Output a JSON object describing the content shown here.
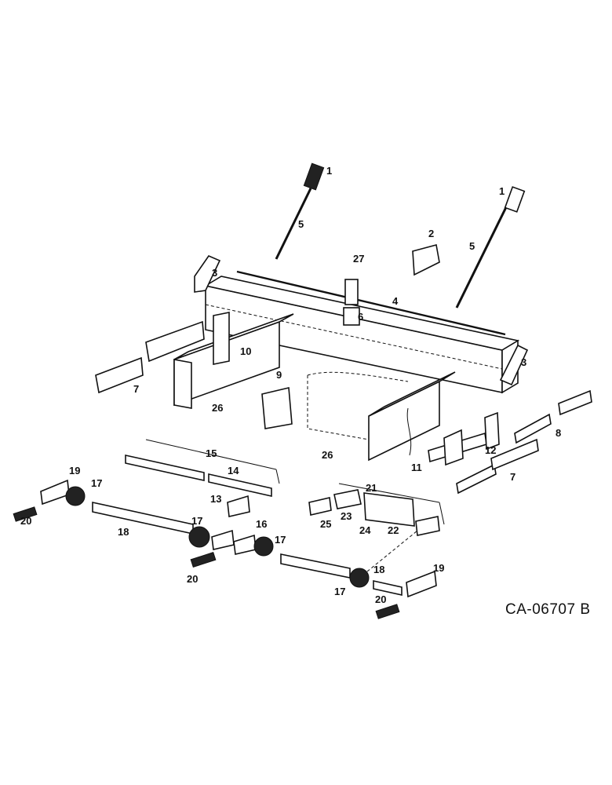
{
  "drawing_code": "CA-06707 B",
  "callouts": [
    "1",
    "1",
    "5",
    "5",
    "2",
    "27",
    "3",
    "3",
    "4",
    "6",
    "10",
    "7",
    "9",
    "26",
    "26",
    "11",
    "12",
    "8",
    "7",
    "15",
    "14",
    "19",
    "17",
    "13",
    "20",
    "18",
    "21",
    "23",
    "25",
    "24",
    "22",
    "17",
    "16",
    "17",
    "20",
    "18",
    "19",
    "17",
    "20"
  ]
}
